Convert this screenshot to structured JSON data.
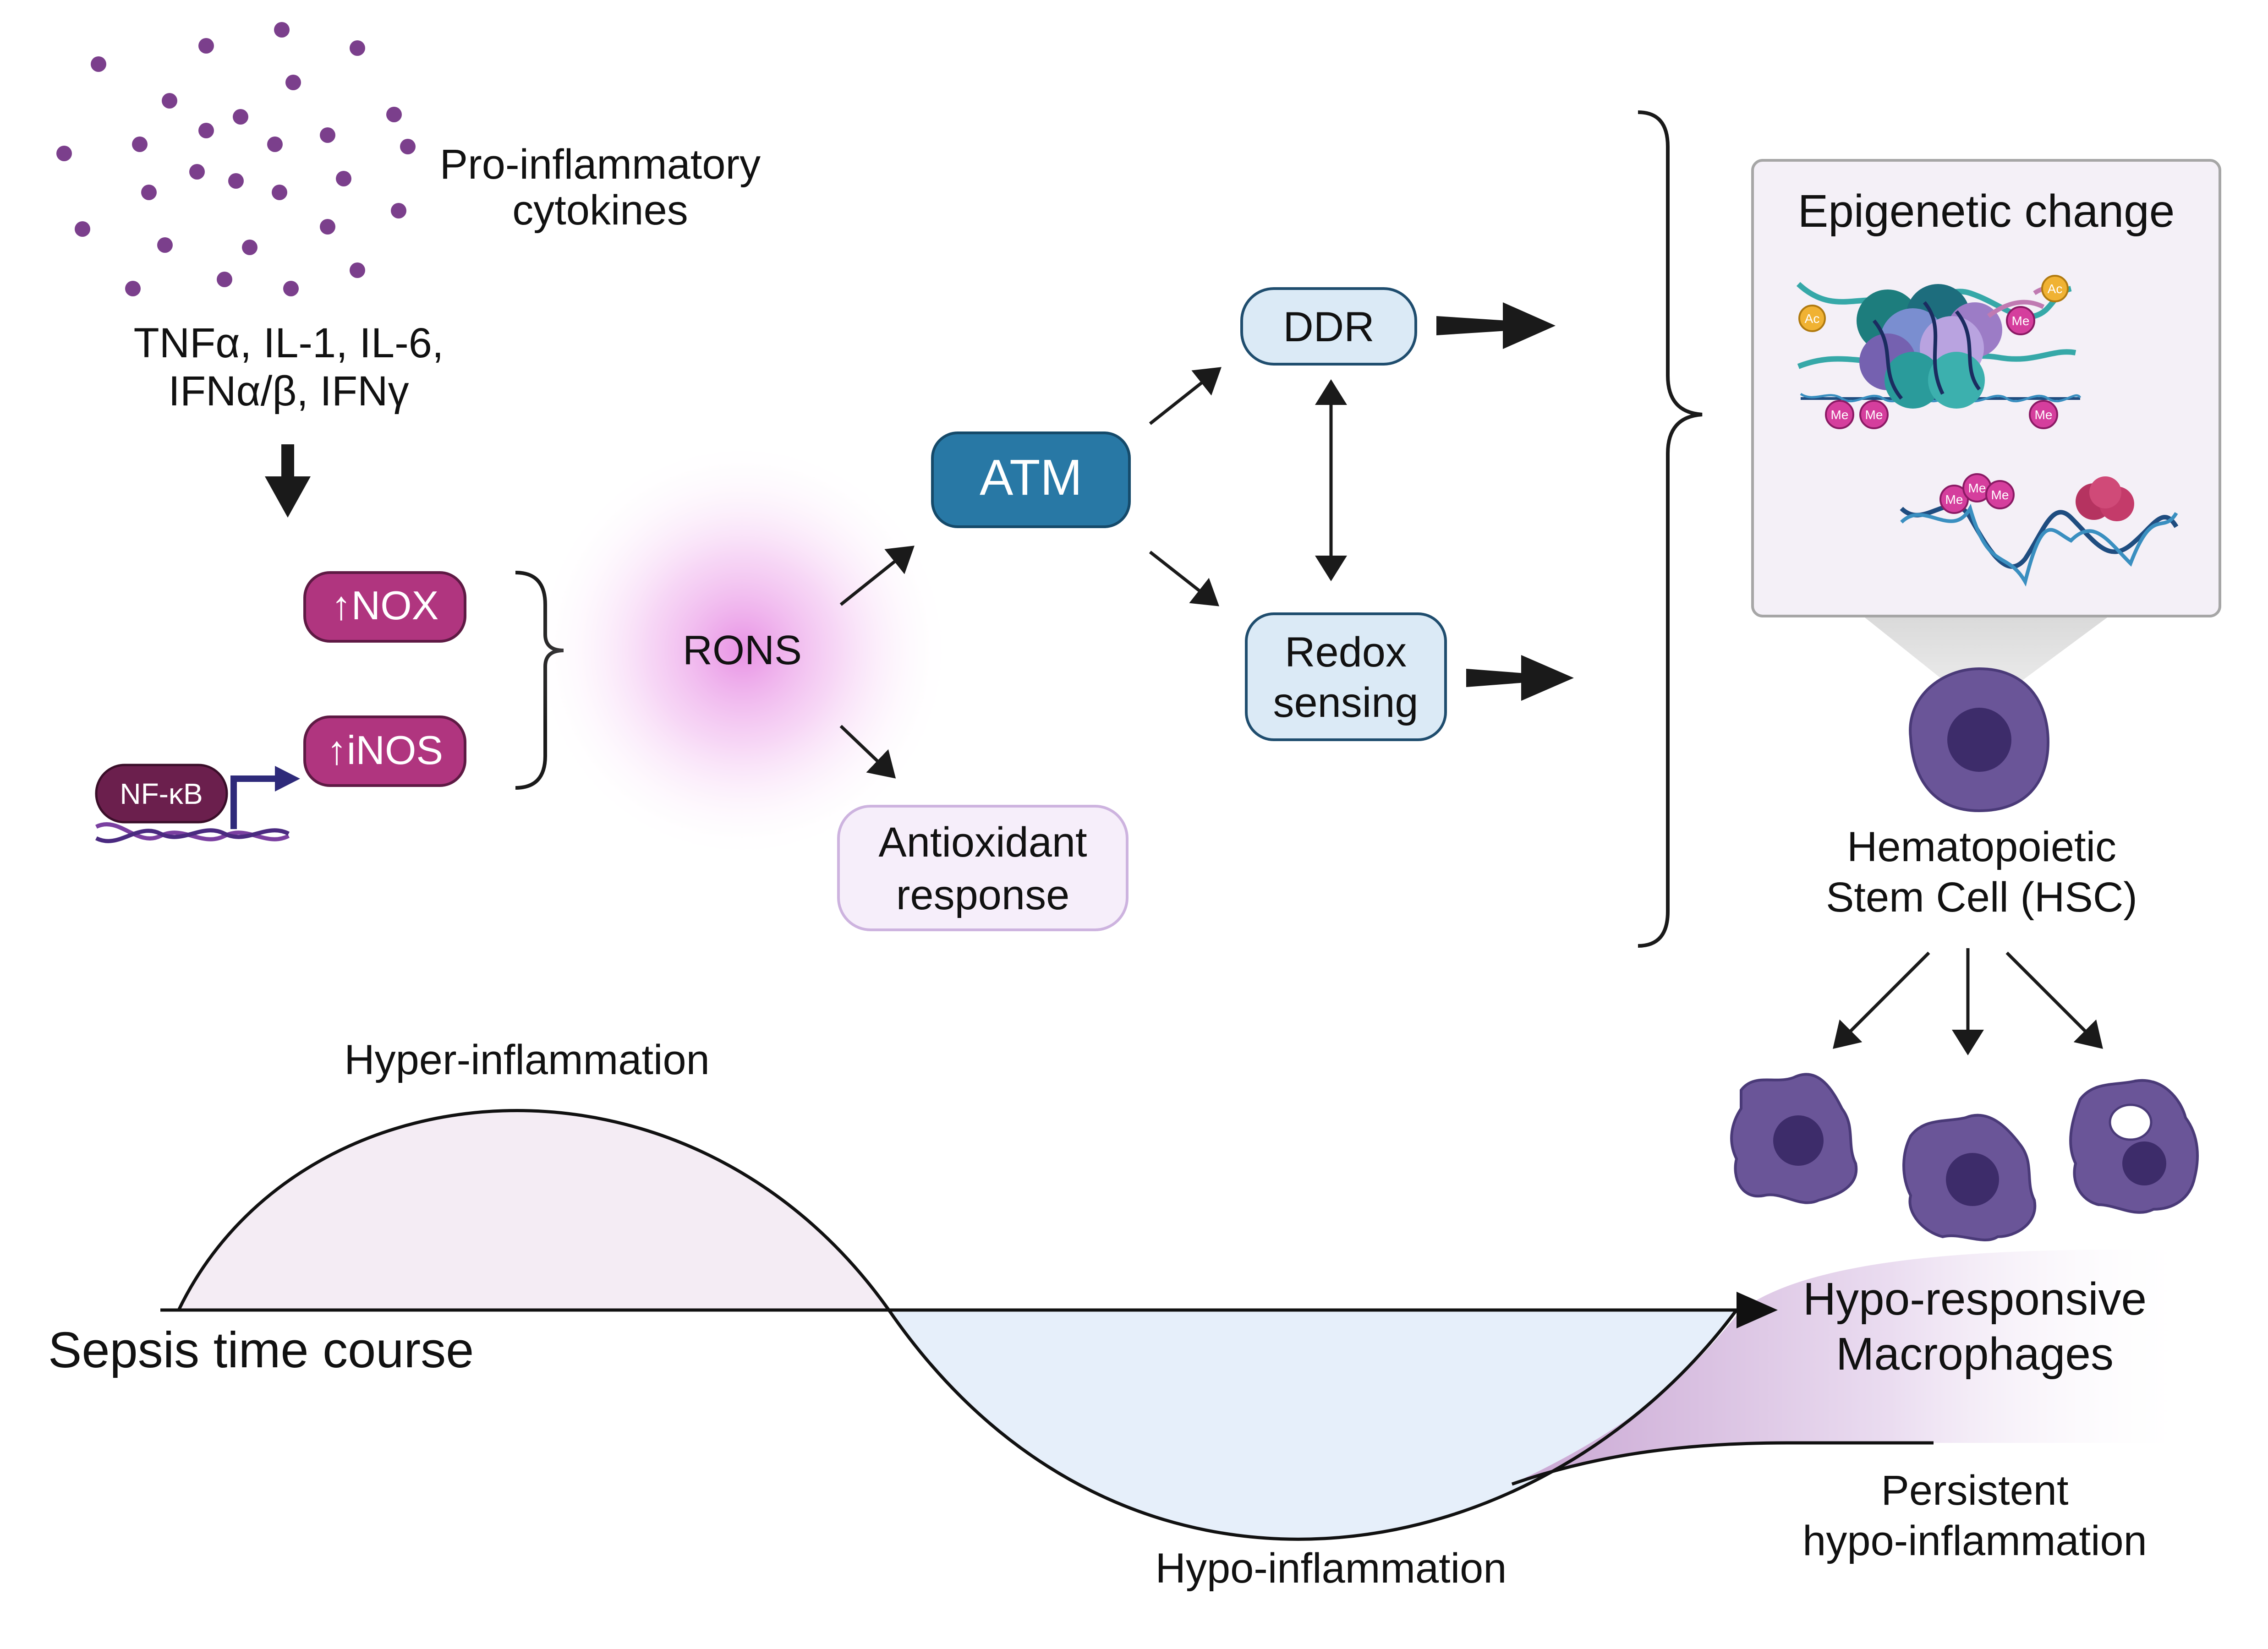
{
  "cytokines": {
    "label_line1": "Pro-inflammatory",
    "label_line2": "cytokines",
    "list_line1": "TNFα, IL-1, IL-6,",
    "list_line2": "IFNα/β, IFNγ"
  },
  "enzymes": {
    "nox": "↑NOX",
    "inos": "↑iNOS",
    "nfkb": "NF-κB"
  },
  "rons": "RONS",
  "atm": "ATM",
  "ddr": "DDR",
  "redox_line1": "Redox",
  "redox_line2": "sensing",
  "antioxidant_line1": "Antioxidant",
  "antioxidant_line2": "response",
  "epigenetic": {
    "title": "Epigenetic change",
    "ac_label": "Ac",
    "me_label": "Me"
  },
  "hsc_line1": "Hematopoietic",
  "hsc_line2": "Stem Cell (HSC)",
  "timecourse": {
    "axis_label": "Sepsis time course",
    "hyper": "Hyper-inflammation",
    "hypo": "Hypo-inflammation",
    "persistent_line1": "Persistent",
    "persistent_line2": "hypo-inflammation",
    "macro_line1": "Hypo-responsive",
    "macro_line2": "Macrophages"
  },
  "colors": {
    "magenta": "#b0357f",
    "atm_blue": "#2878a5",
    "light_blue": "#dbeaf6",
    "lavender": "#f4ecf8",
    "cell_purple": "#6a5598",
    "dot_purple": "#7b3f8c"
  }
}
